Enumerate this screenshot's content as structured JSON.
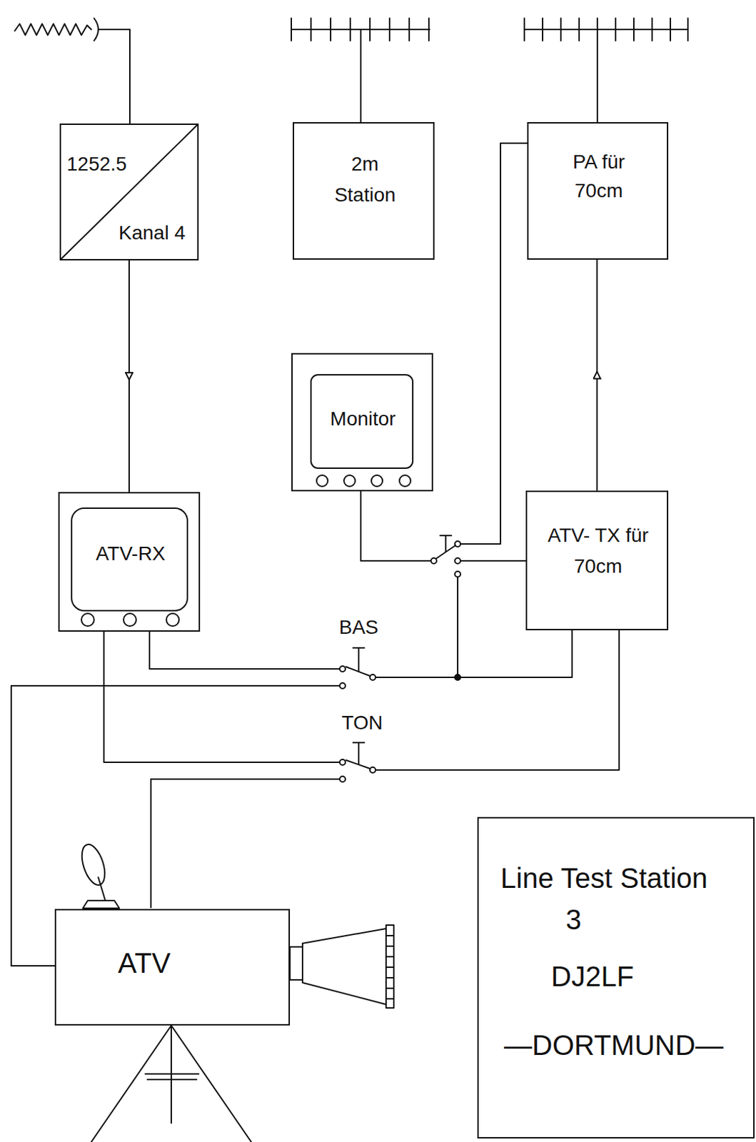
{
  "diagram": {
    "nodes": [
      {
        "text": [
          "1252.5",
          "Kanal 4"
        ]
      },
      {
        "text": [
          "2m Station"
        ]
      },
      {
        "text": [
          "PA für 70cm"
        ]
      },
      {
        "text": [
          "Monitor"
        ]
      },
      {
        "text": [
          "ATV-RX"
        ]
      },
      {
        "text": [
          "ATV- TX für 70cm"
        ]
      },
      {
        "text": [
          "ATV"
        ]
      },
      {
        "text": [
          "Line Test Station 3",
          "DJ2LF",
          "—DORTMUND—"
        ]
      }
    ],
    "edges": [
      {
        "from": 0,
        "to": 4,
        "arrow": "to"
      },
      {
        "from": 5,
        "to": 2,
        "arrow": "to"
      }
    ],
    "labels": [
      "BAS",
      "TON"
    ]
  }
}
